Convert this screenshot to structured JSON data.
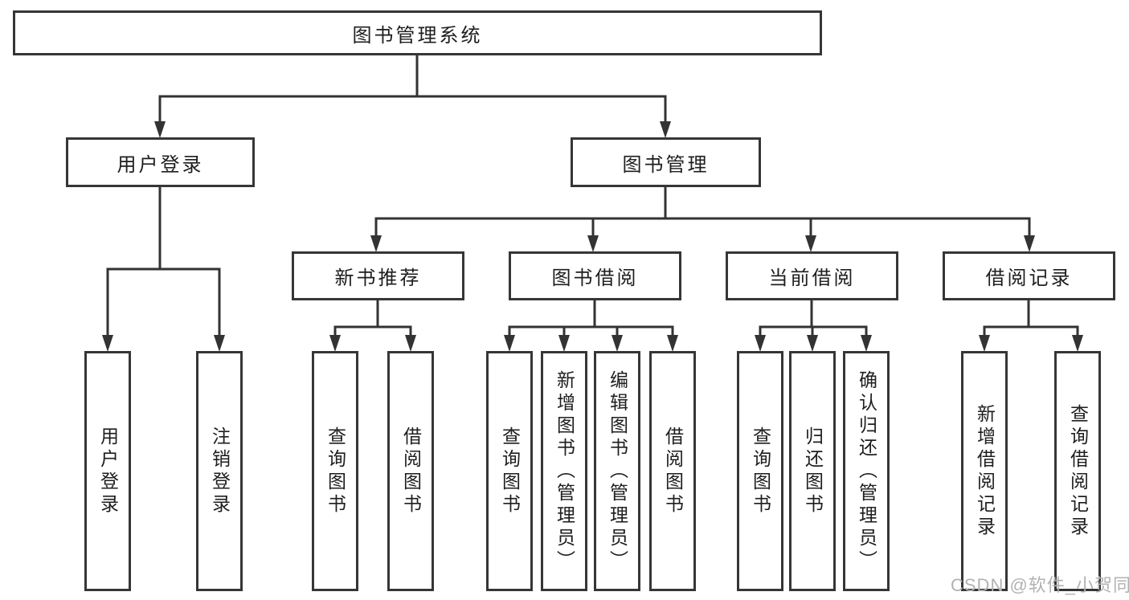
{
  "diagram_type": "hierarchy-tree",
  "nodes": {
    "root": "图书管理系统",
    "user_login": "用户登录",
    "book_management": "图书管理",
    "new_book_recommendation": "新书推荐",
    "book_borrowing": "图书借阅",
    "current_borrowing": "当前借阅",
    "borrowing_records": "借阅记录",
    "leaf_user_login": "用户登录",
    "leaf_logout": "注销登录",
    "nbr_query_books": "查询图书",
    "nbr_borrow_books": "借阅图书",
    "bb_query_books": "查询图书",
    "bb_add_books_admin": "新增图书（管理员）",
    "bb_edit_books_admin": "编辑图书（管理员）",
    "bb_borrow_books": "借阅图书",
    "cb_query_books": "查询图书",
    "cb_return_books": "归还图书",
    "cb_confirm_return_admin": "确认归还（管理员）",
    "br_add_record": "新增借阅记录",
    "br_query_record": "查询借阅记录"
  },
  "hierarchy": {
    "图书管理系统": {
      "用户登录": [
        "用户登录",
        "注销登录"
      ],
      "图书管理": {
        "新书推荐": [
          "查询图书",
          "借阅图书"
        ],
        "图书借阅": [
          "查询图书",
          "新增图书（管理员）",
          "编辑图书（管理员）",
          "借阅图书"
        ],
        "当前借阅": [
          "查询图书",
          "归还图书",
          "确认归还（管理员）"
        ],
        "借阅记录": [
          "新增借阅记录",
          "查询借阅记录"
        ]
      }
    }
  },
  "watermark": {
    "text": "CSDN @软件_小贺同学",
    "color": "#b2b2b2"
  },
  "colors": {
    "line": "#333333",
    "box_border": "#363636",
    "text": "#1e1e1e",
    "background": "#ffffff"
  }
}
